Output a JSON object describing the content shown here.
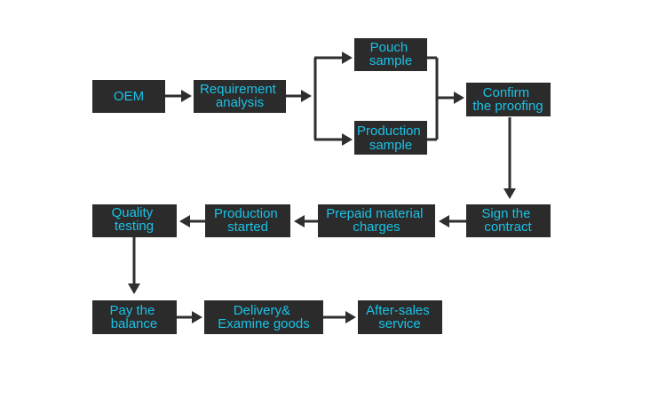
{
  "diagram": {
    "accent_text_color": "#19c2e6",
    "box_color": "#2b2b2b",
    "arrow_color": "#2f2f2f",
    "nodes": {
      "oem": {
        "lines": [
          "OEM"
        ]
      },
      "requirement": {
        "lines": [
          "Requirement",
          "analysis"
        ]
      },
      "pouch": {
        "lines": [
          "Pouch",
          "sample"
        ]
      },
      "production_sample": {
        "lines": [
          "Production",
          "sample"
        ]
      },
      "confirm": {
        "lines": [
          "Confirm",
          "the proofing"
        ]
      },
      "sign": {
        "lines": [
          "Sign the",
          "contract"
        ]
      },
      "prepaid": {
        "lines": [
          "Prepaid material",
          "charges"
        ]
      },
      "production_started": {
        "lines": [
          "Production",
          "started"
        ]
      },
      "quality": {
        "lines": [
          "Quality",
          "testing"
        ]
      },
      "pay": {
        "lines": [
          "Pay the",
          "balance"
        ]
      },
      "delivery": {
        "lines": [
          "Delivery&",
          "Examine goods"
        ]
      },
      "after_sales": {
        "lines": [
          "After-sales",
          "service"
        ]
      }
    }
  }
}
